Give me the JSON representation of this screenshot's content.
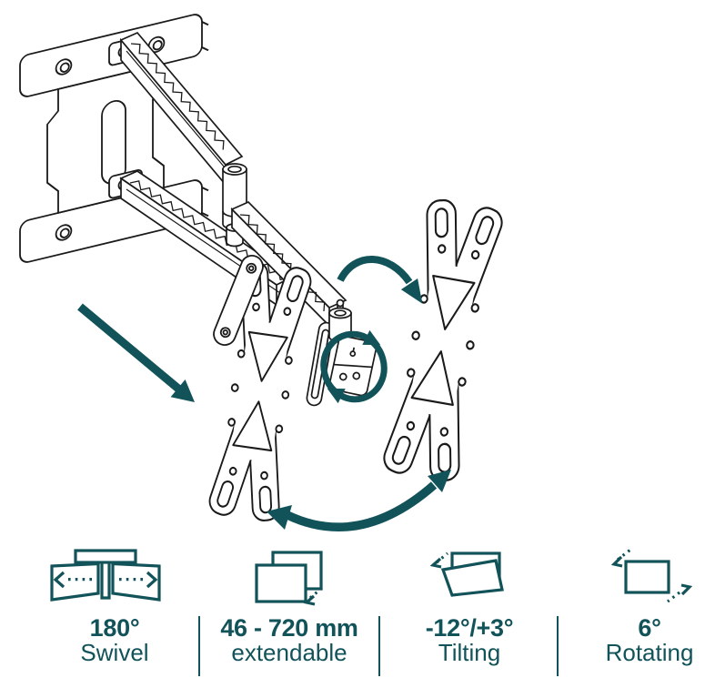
{
  "theme": {
    "accent_teal": "#12535A",
    "line_color": "#1A1A1A",
    "background": "#FFFFFF"
  },
  "illustration": {
    "subject": "articulating-tv-wall-mount",
    "parts": [
      "wall-plate",
      "upper-truss-arm",
      "lower-truss-arm",
      "extension-truss-arm",
      "arm-pivot-cylinder",
      "mount-head-joint",
      "adapter-plate",
      "vesa-plate"
    ],
    "annotation_arrows": [
      "extend-direction-arrow",
      "tilt-rotation-arrow",
      "head-rotate-arrow",
      "swivel-range-arrow"
    ]
  },
  "features": [
    {
      "id": "swivel",
      "icon": "swivel-icon",
      "value": "180°",
      "label": "Swivel"
    },
    {
      "id": "extendable",
      "icon": "extendable-icon",
      "value": "46 - 720 mm",
      "label": "extendable"
    },
    {
      "id": "tilting",
      "icon": "tilting-icon",
      "value": "-12°/+3°",
      "label": "Tilting"
    },
    {
      "id": "rotating",
      "icon": "rotating-icon",
      "value": "6°",
      "label": "Rotating"
    }
  ]
}
